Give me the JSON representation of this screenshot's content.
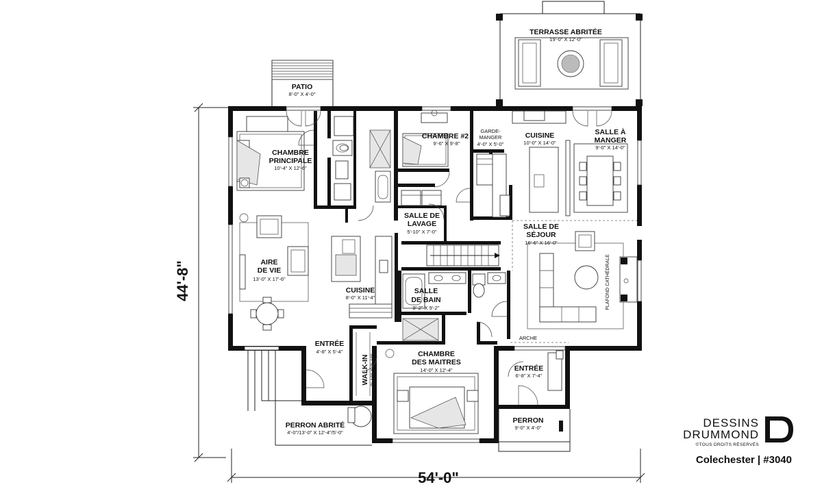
{
  "rooms": {
    "terrasse": {
      "name": "TERRASSE ABRITÉE",
      "size": "19'-0\" X 12'-0\""
    },
    "patio": {
      "name": "PATIO",
      "size": "8'-0\" X 4'-0\""
    },
    "chambre_principale": {
      "name_1": "CHAMBRE",
      "name_2": "PRINCIPALE",
      "size": "10'-4\" X 12'-6\""
    },
    "chambre2": {
      "name": "CHAMBRE #2",
      "size": "9'-6\" X 9'-8\""
    },
    "garde_manger": {
      "name_1": "GARDE-",
      "name_2": "MANGER",
      "size": "4'-0\" X 5'-0\""
    },
    "cuisine_main": {
      "name": "CUISINE",
      "size": "10'-0\" X 14'-0\""
    },
    "salle_manger": {
      "name_1": "SALLE À",
      "name_2": "MANGER",
      "size": "9'-0\" X 14'-0\""
    },
    "salle_lavage": {
      "name_1": "SALLE DE",
      "name_2": "LAVAGE",
      "size": "5'-10\" X 7'-0\""
    },
    "salle_sejour": {
      "name_1": "SALLE DE",
      "name_2": "SÉJOUR",
      "size": "16'-6\" X 16'-0\""
    },
    "aire_vie": {
      "name_1": "AIRE",
      "name_2": "DE VIE",
      "size": "13'-0\" X 17'-6\""
    },
    "cuisine_small": {
      "name": "CUISINE",
      "size": "8'-0\" X 11'-4\""
    },
    "salle_bain": {
      "name_1": "SALLE",
      "name_2": "DE BAIN",
      "size": "9'-2\" X 9'-2\""
    },
    "entree_left": {
      "name": "ENTRÉE",
      "size": "4'-8\" X 5'-4\""
    },
    "walk_in": {
      "name": "WALK-IN",
      "size": "9'-10\" X 3'-10\""
    },
    "chambre_maitres": {
      "name_1": "CHAMBRE",
      "name_2": "DES MAITRES",
      "size": "14'-0\" X 12'-4\""
    },
    "entree_right": {
      "name": "ENTRÉE",
      "size": "6'-8\" X 7'-4\""
    },
    "perron_abrite": {
      "name": "PERRON ABRITÉ",
      "size": "4'-0\"/13'-0\" X 12'-4\"/5'-0\""
    },
    "perron": {
      "name": "PERRON",
      "size": "9'-0\" X 4'-0\""
    }
  },
  "labels": {
    "arche": "ARCHE",
    "plafond": "PLAFOND CATHÉDRALE"
  },
  "dimensions": {
    "depth": "44'-8\"",
    "width": "54'-0\""
  },
  "brand": {
    "line1": "DESSINS",
    "line2": "DRUMMOND",
    "rights": "©TOUS DROITS RÉSERVÉS",
    "plan_title": "Colechester | #3040"
  }
}
